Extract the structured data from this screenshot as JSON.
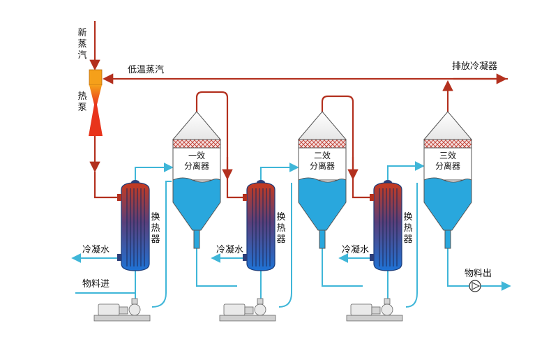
{
  "labels": {
    "fresh_steam": "新蒸汽",
    "heat_pump": "热泵",
    "low_temp_steam": "低温蒸汽",
    "vent_condenser": "排放冷凝器",
    "feed_in": "物料进",
    "product_out": "物料出"
  },
  "separators": [
    {
      "line1": "一效",
      "line2": "分离器"
    },
    {
      "line1": "二效",
      "line2": "分离器"
    },
    {
      "line1": "三效",
      "line2": "分离器"
    }
  ],
  "exchangers": [
    {
      "label": "换热器"
    },
    {
      "label": "换热器"
    },
    {
      "label": "换热器"
    }
  ],
  "cooling_water": [
    {
      "label": "冷凝水"
    },
    {
      "label": "冷凝水"
    },
    {
      "label": "冷凝水"
    }
  ],
  "colors": {
    "steam": "#b3301e",
    "water": "#3fb6d8",
    "liquid": "#29a7dd",
    "pump_arrow": "#e8341c"
  }
}
